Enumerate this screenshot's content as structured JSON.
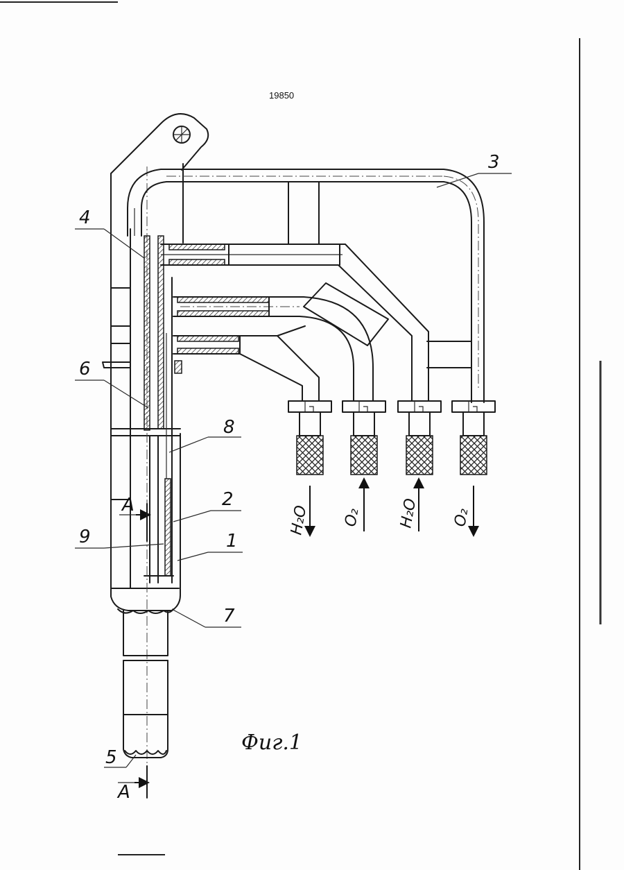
{
  "document_number": "19850",
  "caption": "Фиг.1",
  "section_marker": "A",
  "part_labels": {
    "p1": "1",
    "p2": "2",
    "p3": "3",
    "p4": "4",
    "p5": "5",
    "p6": "6",
    "p7": "7",
    "p8": "8",
    "p9": "9"
  },
  "flow_labels": {
    "h2o_out": "H₂O",
    "o2_in": "O₂",
    "h2o_in": "H₂O",
    "o2_out": "O₂"
  }
}
